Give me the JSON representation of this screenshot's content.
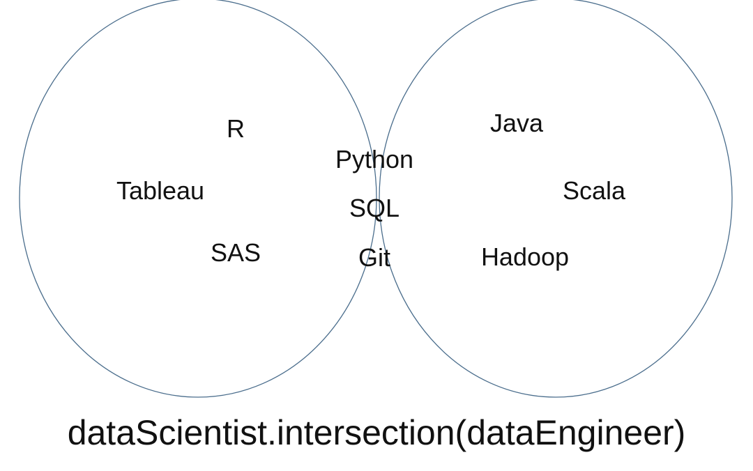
{
  "diagram": {
    "type": "venn",
    "left_set": {
      "items": [
        "R",
        "Tableau",
        "SAS"
      ]
    },
    "right_set": {
      "items": [
        "Java",
        "Scala",
        "Hadoop"
      ]
    },
    "intersection": {
      "items": [
        "Python",
        "SQL",
        "Git"
      ]
    },
    "caption": "dataScientist.intersection(dataEngineer)",
    "colors": {
      "circle_stroke": "#4a6d8c",
      "intersection_fill": "#ff7070",
      "text": "#111111",
      "background": "#ffffff"
    }
  }
}
